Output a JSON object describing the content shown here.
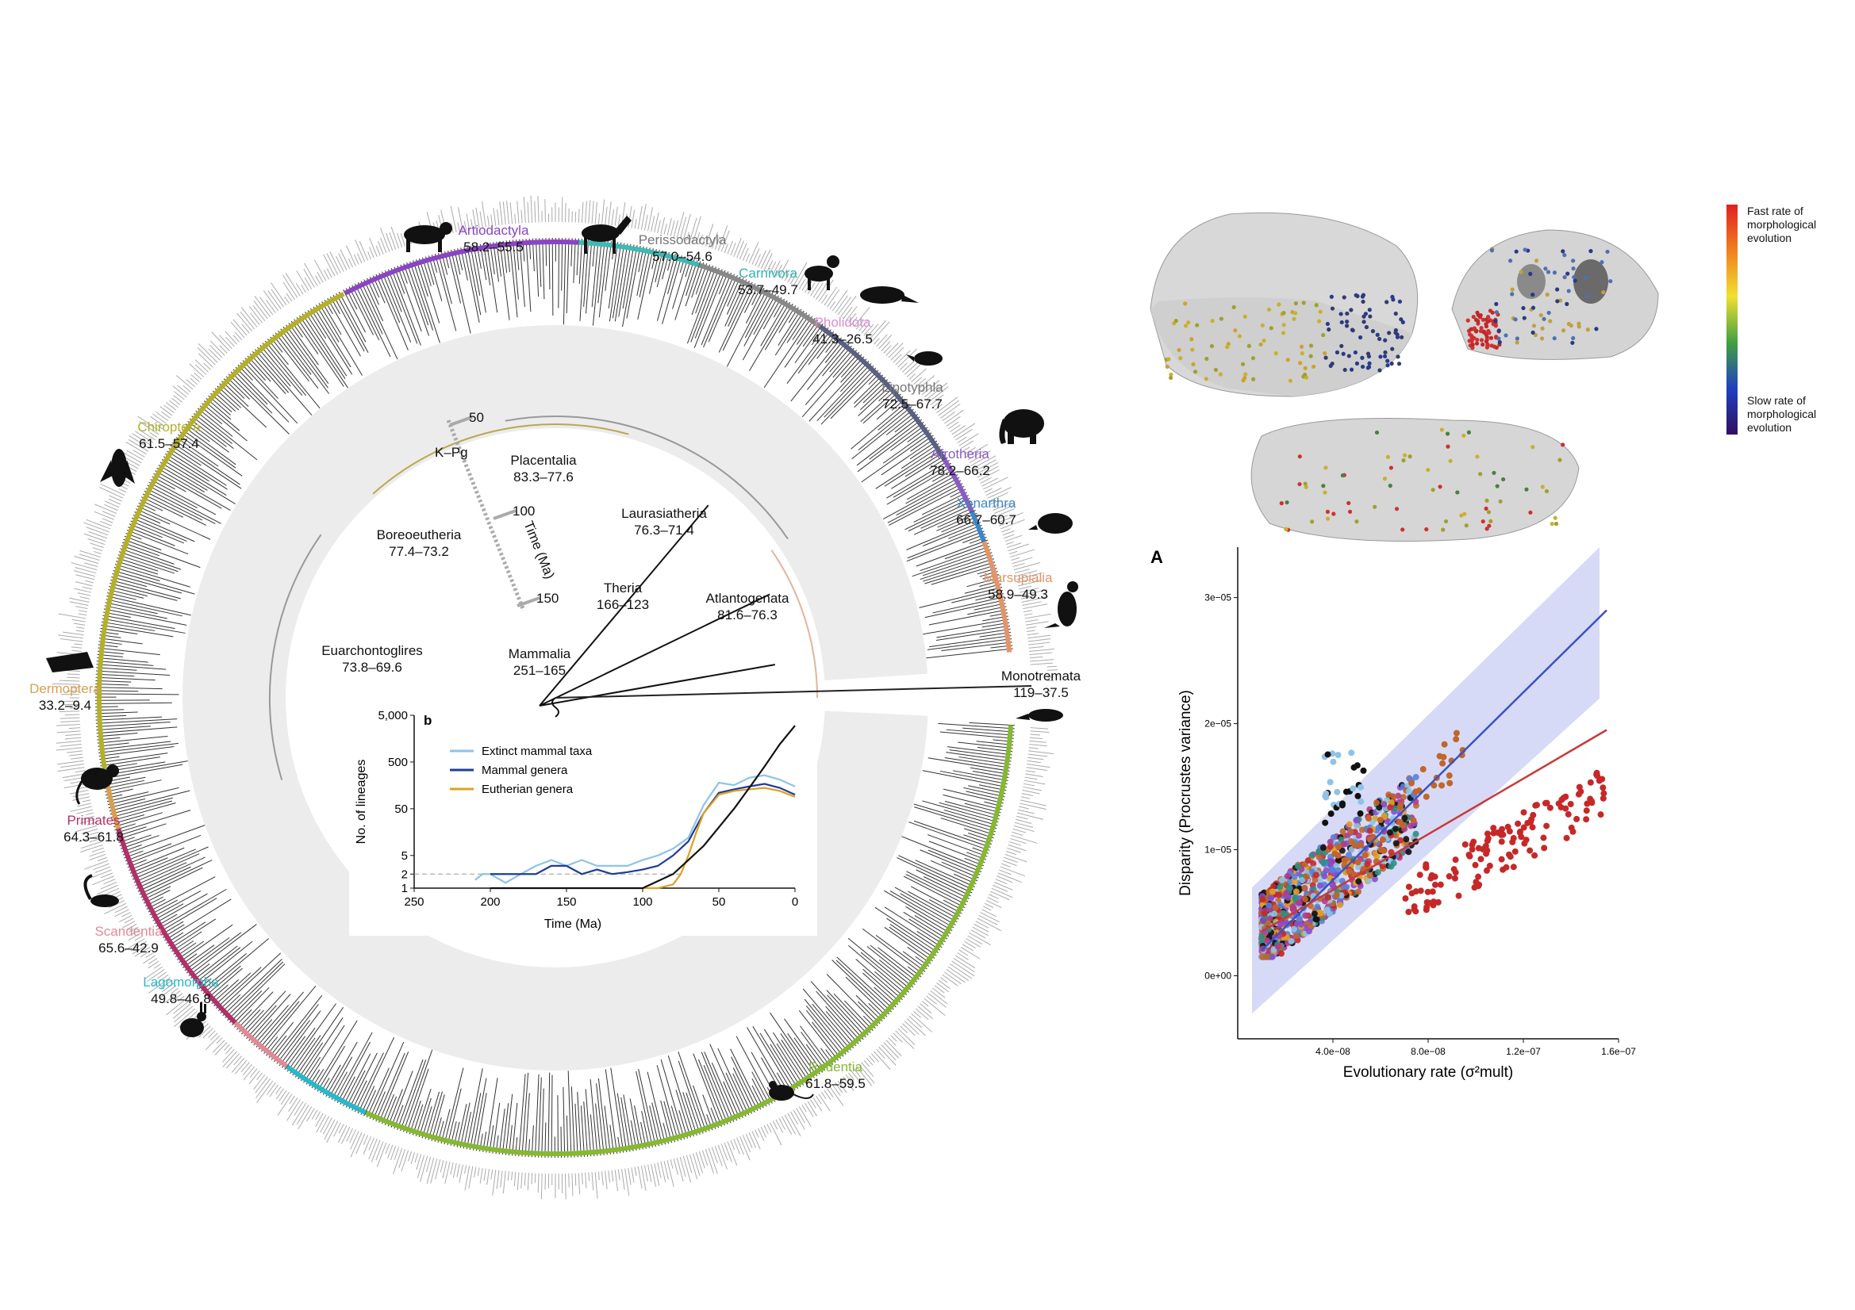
{
  "tree": {
    "clades": [
      {
        "name": "Artiodactyla",
        "dates": "58.2–55.5",
        "color": "#8a44c4",
        "icon": "cow-silhouette"
      },
      {
        "name": "Perissodactyla",
        "dates": "57.0–54.6",
        "color": "#777777",
        "icon": "horse-silhouette"
      },
      {
        "name": "Carnivora",
        "dates": "53.7–49.7",
        "color": "#2fb3b0",
        "icon": "dog-silhouette"
      },
      {
        "name": "Pholidota",
        "dates": "41.3–26.5",
        "color": "#d98ed0",
        "icon": "pangolin-silhouette"
      },
      {
        "name": "Lipotyphla",
        "dates": "72.5–67.7",
        "color": "#777777",
        "icon": "shrew-silhouette"
      },
      {
        "name": "Afrotheria",
        "dates": "78.2–66.2",
        "color": "#8a5bc4",
        "icon": "elephant-silhouette"
      },
      {
        "name": "Xenarthra",
        "dates": "66.7–60.7",
        "color": "#3d86c8",
        "icon": "armadillo-silhouette"
      },
      {
        "name": "Marsupialia",
        "dates": "58.9–49.3",
        "color": "#e2956a",
        "icon": "kangaroo-silhouette"
      },
      {
        "name": "Monotremata",
        "dates": "119–37.5",
        "color": "#111111",
        "icon": "platypus-silhouette"
      },
      {
        "name": "Rodentia",
        "dates": "61.8–59.5",
        "color": "#86b832",
        "icon": "mouse-silhouette"
      },
      {
        "name": "Lagomorpha",
        "dates": "49.8–46.8",
        "color": "#2ab8c8",
        "icon": "rabbit-silhouette"
      },
      {
        "name": "Scandentia",
        "dates": "65.6–42.9",
        "color": "#e08a96",
        "icon": "treeshrew-silhouette"
      },
      {
        "name": "Primates",
        "dates": "64.3–61.8",
        "color": "#b2306a",
        "icon": "monkey-silhouette"
      },
      {
        "name": "Dermoptera",
        "dates": "33.2–9.4",
        "color": "#d7a050",
        "icon": "colugo-silhouette"
      },
      {
        "name": "Chiroptera",
        "dates": "61.5–57.4",
        "color": "#b5b02a",
        "icon": "bat-silhouette"
      }
    ],
    "nodes": [
      {
        "name": "Placentalia",
        "dates": "83.3–77.6"
      },
      {
        "name": "Laurasiatheria",
        "dates": "76.3–71.4"
      },
      {
        "name": "Boreoeutheria",
        "dates": "77.4–73.2"
      },
      {
        "name": "Theria",
        "dates": "166–123"
      },
      {
        "name": "Atlantogenata",
        "dates": "81.6–76.3"
      },
      {
        "name": "Euarchontoglires",
        "dates": "73.8–69.6"
      },
      {
        "name": "Mammalia",
        "dates": "251–165"
      }
    ],
    "time_axis": {
      "label": "Time (Ma)",
      "ticks": [
        "50",
        "100",
        "150"
      ],
      "kpg_label": "K–Pg"
    }
  },
  "inset_b": {
    "panel_label": "b",
    "chart_data": {
      "type": "line",
      "xlabel": "Time (Ma)",
      "ylabel": "No. of lineages",
      "xlim": [
        250,
        0
      ],
      "x_ticks": [
        "250",
        "200",
        "150",
        "100",
        "50",
        "0"
      ],
      "y_ticks": [
        "1",
        "2",
        "5",
        "50",
        "500",
        "5,000"
      ],
      "y_scale": "log",
      "legend_position": "top-left",
      "series": [
        {
          "name": "Extinct mammal taxa",
          "color": "#8ec3e6",
          "x": [
            210,
            205,
            200,
            190,
            180,
            170,
            160,
            150,
            140,
            130,
            120,
            110,
            100,
            90,
            80,
            70,
            60,
            50,
            40,
            30,
            20,
            10,
            0
          ],
          "y": [
            1.5,
            2,
            2,
            1.3,
            2,
            3,
            4,
            3,
            4,
            3,
            3,
            3,
            4,
            5,
            7,
            12,
            60,
            180,
            160,
            230,
            260,
            210,
            150
          ]
        },
        {
          "name": "Mammal genera",
          "color": "#1f3c9a",
          "x": [
            200,
            190,
            180,
            170,
            160,
            150,
            140,
            130,
            120,
            110,
            100,
            90,
            80,
            70,
            60,
            50,
            40,
            30,
            20,
            10,
            0
          ],
          "y": [
            2,
            2,
            2,
            2,
            3,
            3,
            2,
            2.5,
            2,
            2.2,
            2.5,
            3,
            5,
            10,
            40,
            110,
            130,
            150,
            170,
            140,
            100
          ]
        },
        {
          "name": "Eutherian genera",
          "color": "#e0a020",
          "x": [
            100,
            90,
            80,
            75,
            70,
            65,
            60,
            50,
            40,
            30,
            20,
            10,
            0
          ],
          "y": [
            1,
            1,
            1.2,
            2,
            5,
            15,
            40,
            100,
            120,
            130,
            140,
            120,
            90
          ]
        },
        {
          "name": "",
          "color": "#111111",
          "x": [
            200,
            150,
            100,
            80,
            70,
            60,
            50,
            40,
            30,
            20,
            10,
            0
          ],
          "y": [
            1,
            1,
            1,
            2,
            4,
            8,
            20,
            50,
            140,
            400,
            1200,
            3000
          ]
        }
      ]
    }
  },
  "skulls": {
    "legend": {
      "fast": "Fast rate of morphological evolution",
      "slow": "Slow rate of morphological evolution"
    }
  },
  "panel_a": {
    "panel_label": "A",
    "chart_data": {
      "type": "scatter",
      "xlabel": "Evolutionary rate (σ²mult)",
      "ylabel": "Disparity (Procrustes variance)",
      "xlim": [
        0.0,
        1.6e-07
      ],
      "ylim": [
        -5e-06,
        3.4e-05
      ],
      "x_ticks": [
        "4.0e−08",
        "8.0e−08",
        "1.2e−07",
        "1.6e−07"
      ],
      "y_ticks": [
        "0e+00",
        "1e−05",
        "2e−05",
        "3e−05"
      ],
      "fit_lines": [
        {
          "color": "#3a52c4",
          "x": [
            1e-08,
            1.55e-07
          ],
          "y": [
            2e-06,
            2.9e-05
          ]
        },
        {
          "color": "#c83a3a",
          "x": [
            1e-08,
            1.55e-07
          ],
          "y": [
            3.5e-06,
            1.95e-05
          ]
        }
      ],
      "band_color": "#c9cdf3",
      "point_colors": [
        "#c62828",
        "#8a4bd0",
        "#2f8f7e",
        "#111111",
        "#e0a020",
        "#b23a8a",
        "#8ec3e6",
        "#c0662a",
        "#5a7fd8"
      ]
    }
  }
}
